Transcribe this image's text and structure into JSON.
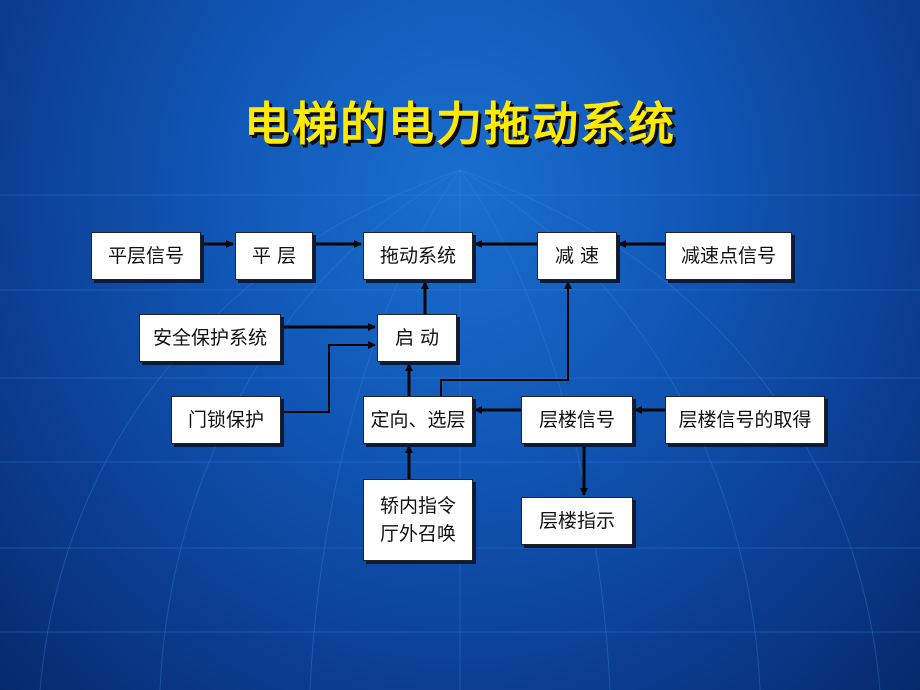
{
  "slide": {
    "title": "电梯的电力拖动系统"
  },
  "diagram": {
    "nodes": {
      "level_signal": "平层信号",
      "leveling": "平  层",
      "traction": "拖动系统",
      "decel": "减  速",
      "decel_signal": "减速点信号",
      "safety": "安全保护系统",
      "start": "启  动",
      "door_lock": "门锁保护",
      "direction": "定向、选层",
      "floor_signal": "层楼信号",
      "floor_signal_acquire": "层楼信号的取得",
      "car_hall": "轿内指令\n厅外召唤",
      "floor_indicator": "层楼指示"
    }
  }
}
